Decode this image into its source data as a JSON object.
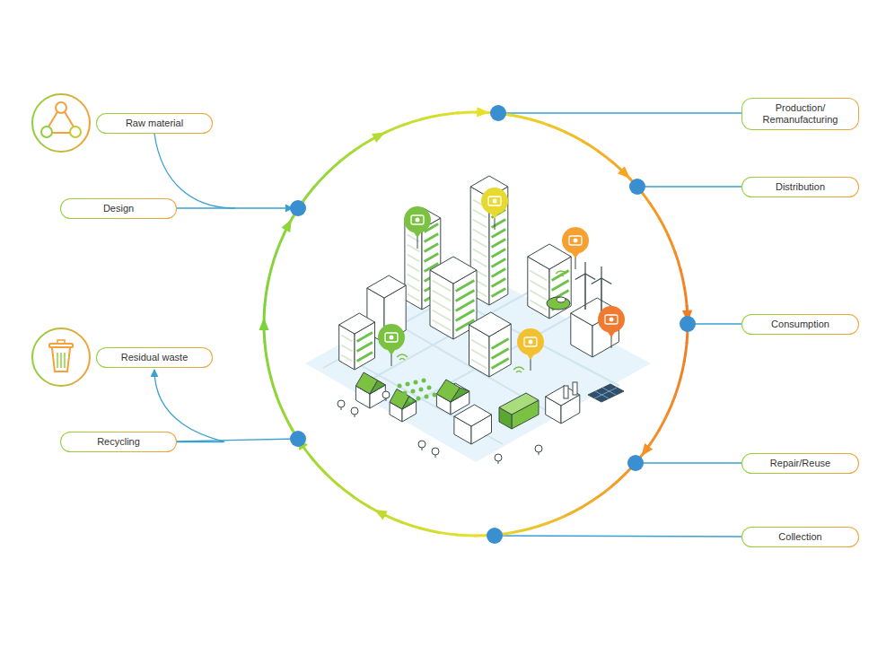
{
  "diagram": {
    "nodes": [
      {
        "text": [
          "Raw material"
        ]
      },
      {
        "text": [
          "Design"
        ]
      },
      {
        "text": [
          "Residual waste"
        ]
      },
      {
        "text": [
          "Recycling"
        ]
      },
      {
        "text": [
          "Production/ Remanufacturing"
        ]
      },
      {
        "text": [
          "Distribution"
        ]
      },
      {
        "text": [
          "Consumption"
        ]
      },
      {
        "text": [
          "Repair/Reuse"
        ]
      },
      {
        "text": [
          "Collection"
        ]
      }
    ],
    "edges": [
      {
        "from": 3,
        "to": 2,
        "arrow": "to"
      }
    ]
  }
}
